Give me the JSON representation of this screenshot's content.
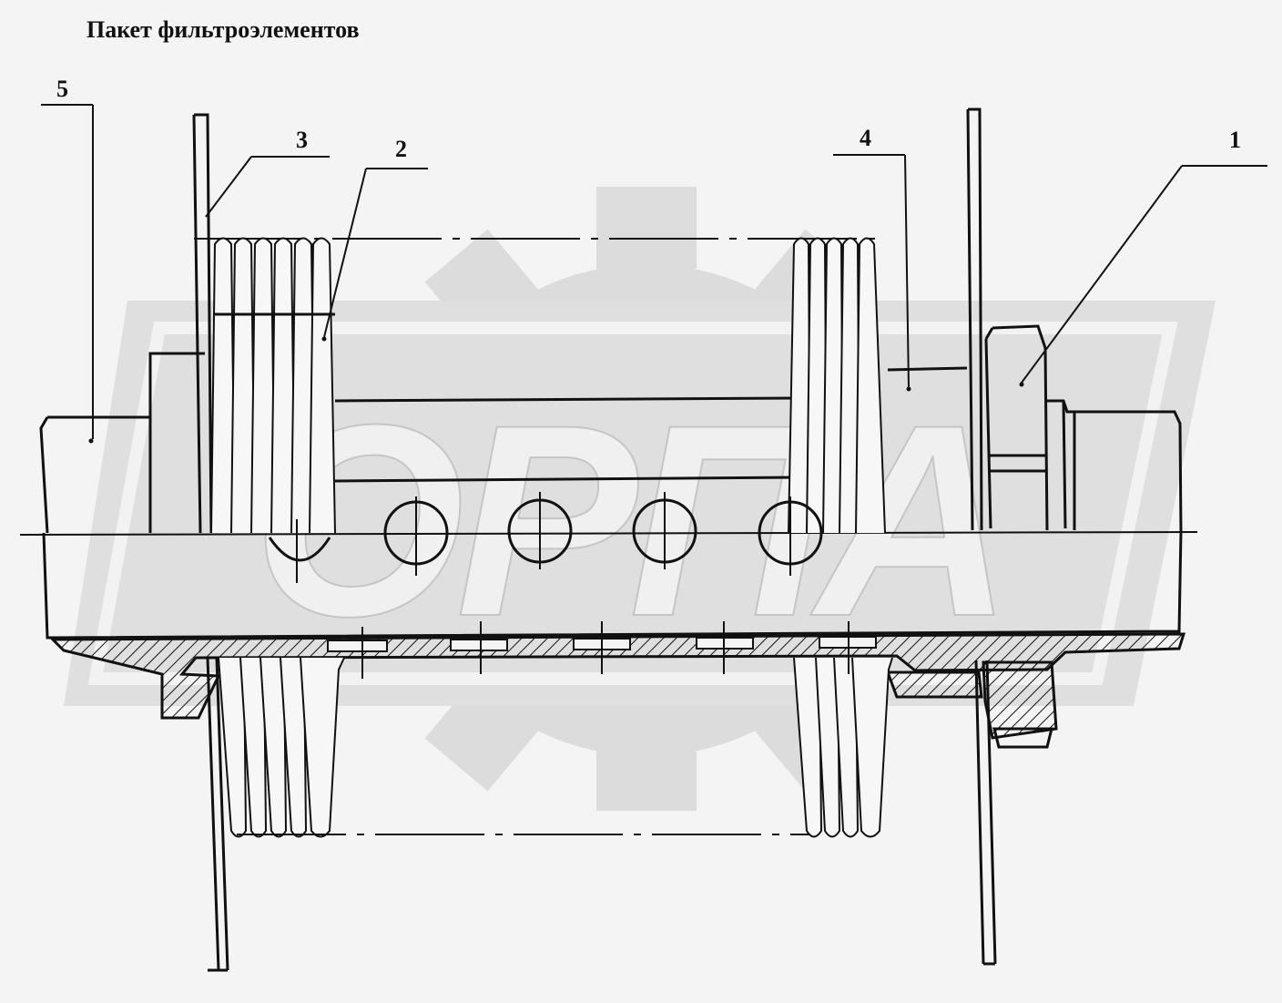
{
  "title": "Пакет фильтроэлементов",
  "callouts": {
    "c1": "1",
    "c2": "2",
    "c3": "3",
    "c4": "4",
    "c5": "5"
  },
  "watermark": {
    "text": "ОРПА",
    "color": "#d6d6d6"
  },
  "colors": {
    "line": "#111111",
    "background": "#f4f4f4"
  }
}
